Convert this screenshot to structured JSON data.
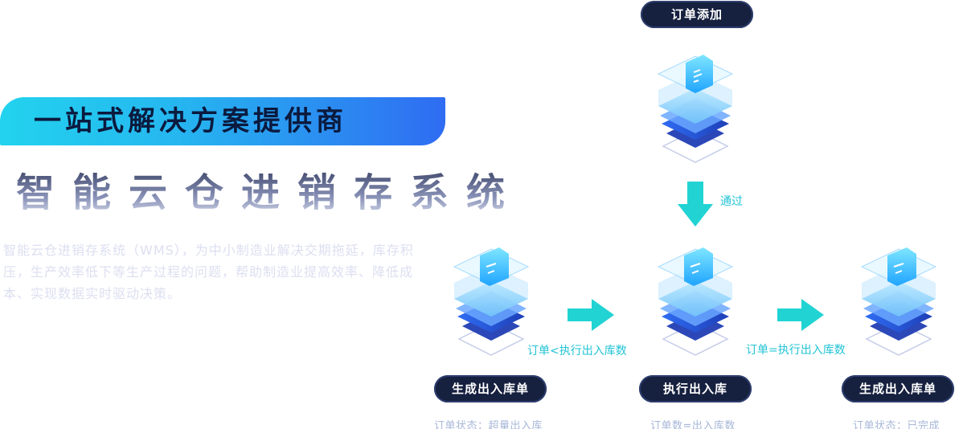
{
  "hero": {
    "banner_title": "一站式解决方案提供商",
    "subtitle": "智能云仓进销存系统",
    "description": "智能云仓进销存系统（WMS），为中小制造业解决交期拖延，库存积压，生产效率低下等生产过程的问题，帮助制造业提高效率、降低成本、实现数据实时驱动决策。"
  },
  "flow": {
    "top_node": {
      "label": "订单添加"
    },
    "down_arrow_label": "通过",
    "left_node": {
      "label": "生成出入库单",
      "status": "订单状态：超量出入库"
    },
    "center_node": {
      "label": "执行出入库",
      "status": "订单数=出入库数"
    },
    "right_node": {
      "label": "生成出入库单",
      "status": "订单状态：已完成"
    },
    "left_arrow_label": "订单<执行出入库数",
    "right_arrow_label": "订单=执行出入库数"
  },
  "colors": {
    "accent": "#22d3ee",
    "brand_blue": "#2f6cf2",
    "pill_bg": "#16203f",
    "arrow": "#22d3d3"
  }
}
